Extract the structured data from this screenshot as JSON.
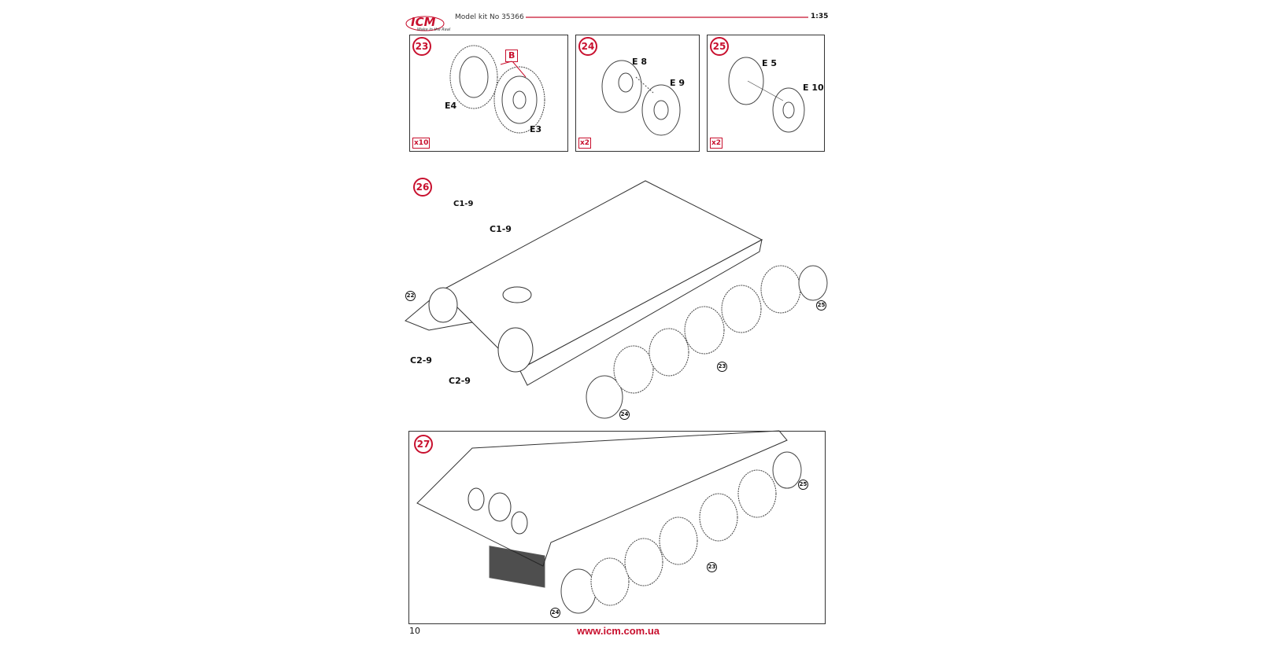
{
  "header": {
    "brand": "ICM",
    "tagline": "Wake in the Real",
    "kit": "Model kit No 35366",
    "scale": "1:35"
  },
  "steps": [
    {
      "number": "23",
      "quantity": "x10",
      "callout": "B",
      "parts": [
        "E4",
        "E3"
      ]
    },
    {
      "number": "24",
      "quantity": "x2",
      "parts": [
        "E 8",
        "E 9"
      ]
    },
    {
      "number": "25",
      "quantity": "x2",
      "parts": [
        "E 5",
        "E 10"
      ]
    },
    {
      "number": "26",
      "parts": [
        "C1-9",
        "C1-9",
        "C2-9",
        "C2-9"
      ],
      "refs": [
        "22",
        "23",
        "24",
        "25"
      ]
    },
    {
      "number": "27",
      "refs": [
        "23",
        "24",
        "25"
      ]
    }
  ],
  "footer": {
    "page": "10",
    "url": "www.icm.com.ua"
  },
  "colors": {
    "accent": "#c8102e"
  }
}
